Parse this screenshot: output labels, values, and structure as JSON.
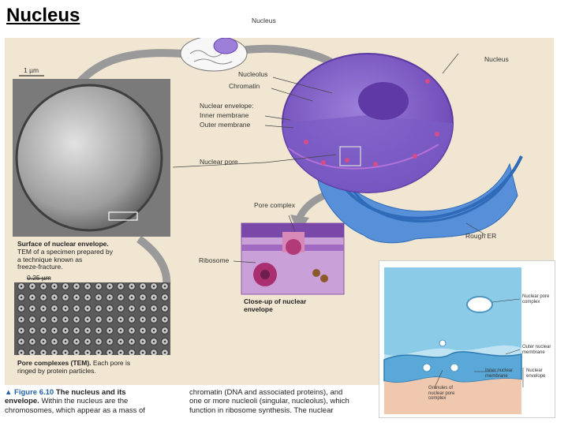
{
  "slide_title": "Nucleus",
  "figure_labels": {
    "nucleus_top": "Nucleus",
    "nucleus_right": "Nucleus",
    "nucleolus": "Nucleolus",
    "chromatin": "Chromatin",
    "nuclear_envelope": "Nuclear envelope:",
    "inner_membrane": "Inner membrane",
    "outer_membrane": "Outer membrane",
    "nuclear_pore": "Nuclear pore",
    "scale_1um": "1 µm",
    "pore_complex": "Pore complex",
    "ribosome": "Ribosome",
    "rough_er": "Rough ER",
    "scale_025um": "0.25 µm"
  },
  "captions": {
    "surface_title": "Surface of nuclear envelope.",
    "surface_body_1": "TEM of a specimen prepared by",
    "surface_body_2": "a technique known as",
    "surface_body_3": "freeze-fracture.",
    "closeup_title_1": "Close-up of nuclear",
    "closeup_title_2": "envelope",
    "pore_title": "Pore complexes (TEM).",
    "pore_body_1": "Each pore is",
    "pore_body_2": "ringed by protein particles."
  },
  "bottom_caption": {
    "fig_num": "▲ Figure 6.10",
    "fig_title": "The nucleus and its",
    "line2_bold": "envelope.",
    "line2_rest": "Within the nucleus are the",
    "line3": "chromosomes, which appear as a mass of",
    "col2_line1": "chromatin (DNA and associated proteins), and",
    "col2_line2": "one or more nucleoli (singular, nucleolus), which",
    "col2_line3": "function in ribosome synthesis. The nuclear"
  },
  "inset_labels": {
    "nuclear_pore_complex_1": "Nuclear pore",
    "nuclear_pore_complex_2": "complex",
    "outer_nuclear_membrane_1": "Outer nuclear",
    "outer_nuclear_membrane_2": "membrane",
    "inner_nuclear_membrane_1": "Inner nuclear",
    "inner_nuclear_membrane_2": "membrane",
    "nuclear_envelope_1": "Nuclear",
    "nuclear_envelope_2": "envelope",
    "granules_1": "Granules of",
    "granules_2": "nuclear pore",
    "granules_3": "complex"
  },
  "colors": {
    "figure_bg": "#f1e6d2",
    "nucleus_purple": "#8a62c8",
    "er_blue": "#4f8fd9",
    "arrow_gray": "#9a9a9a",
    "fig_blue": "#1f62a8"
  }
}
